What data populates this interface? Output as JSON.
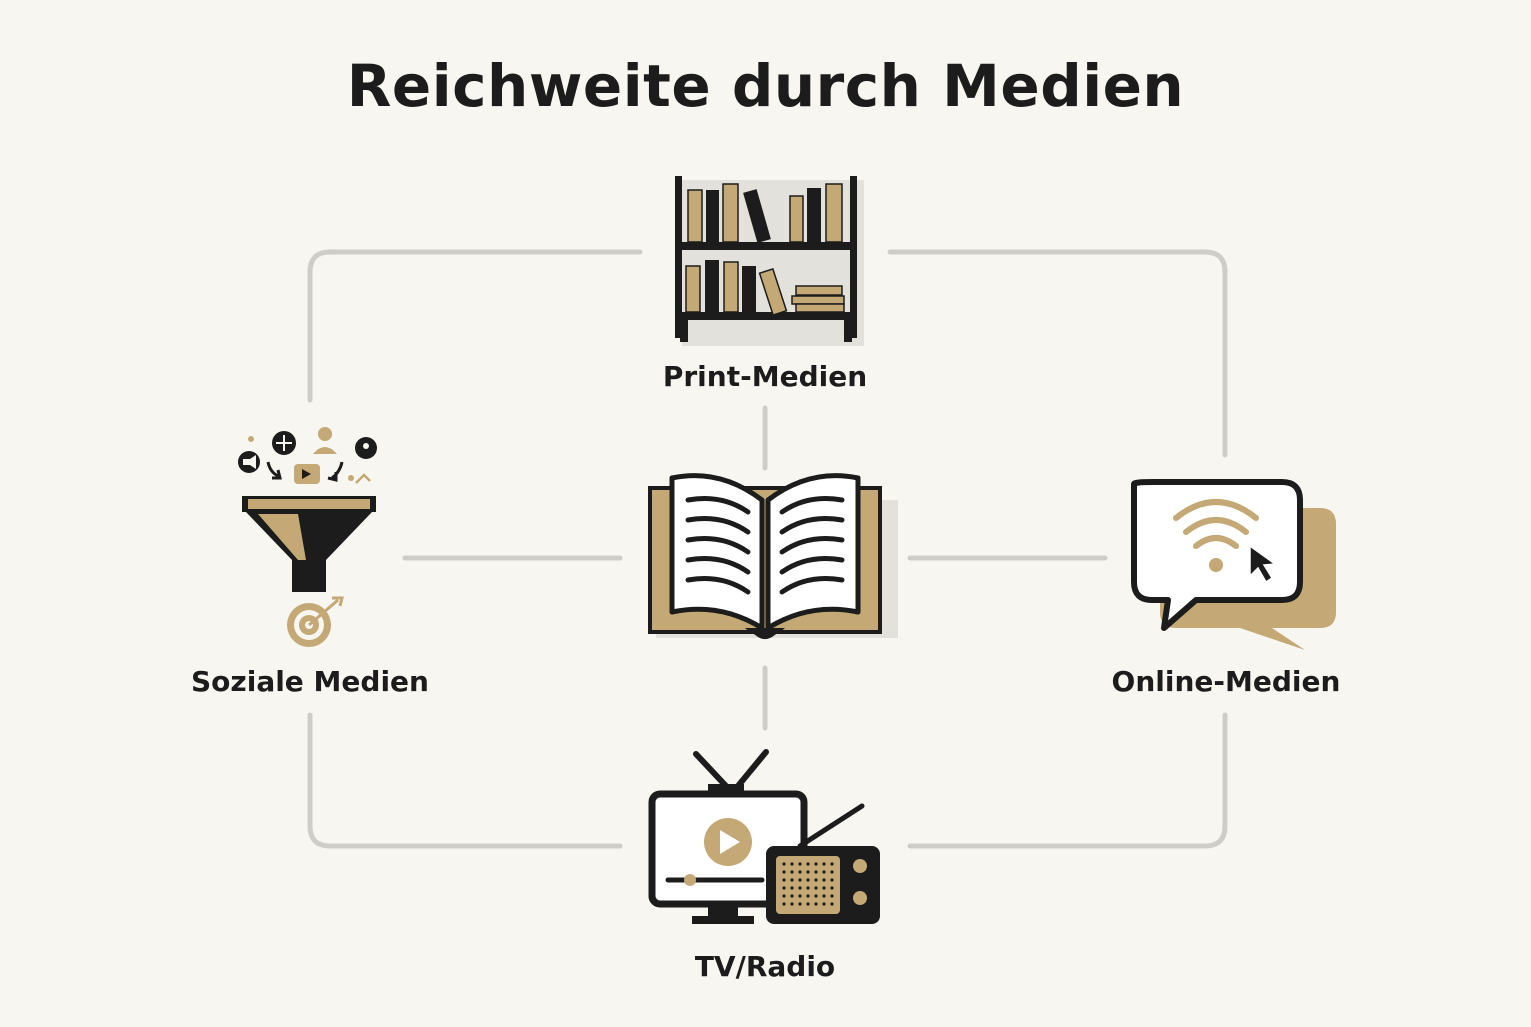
{
  "title": "Reichweite durch Medien",
  "nodes": {
    "print": {
      "label": "Print-Medien",
      "icon": "bookshelf-icon"
    },
    "social": {
      "label": "Soziale Medien",
      "icon": "funnel-icon"
    },
    "online": {
      "label": "Online-Medien",
      "icon": "chat-wifi-icon"
    },
    "tvradio": {
      "label": "TV/Radio",
      "icon": "tv-radio-icon"
    },
    "center": {
      "icon": "open-book-icon"
    }
  },
  "colors": {
    "background": "#f7f6f1",
    "ink": "#1c1c1c",
    "gold": "#c4a875",
    "connector": "#cfcdc8"
  }
}
